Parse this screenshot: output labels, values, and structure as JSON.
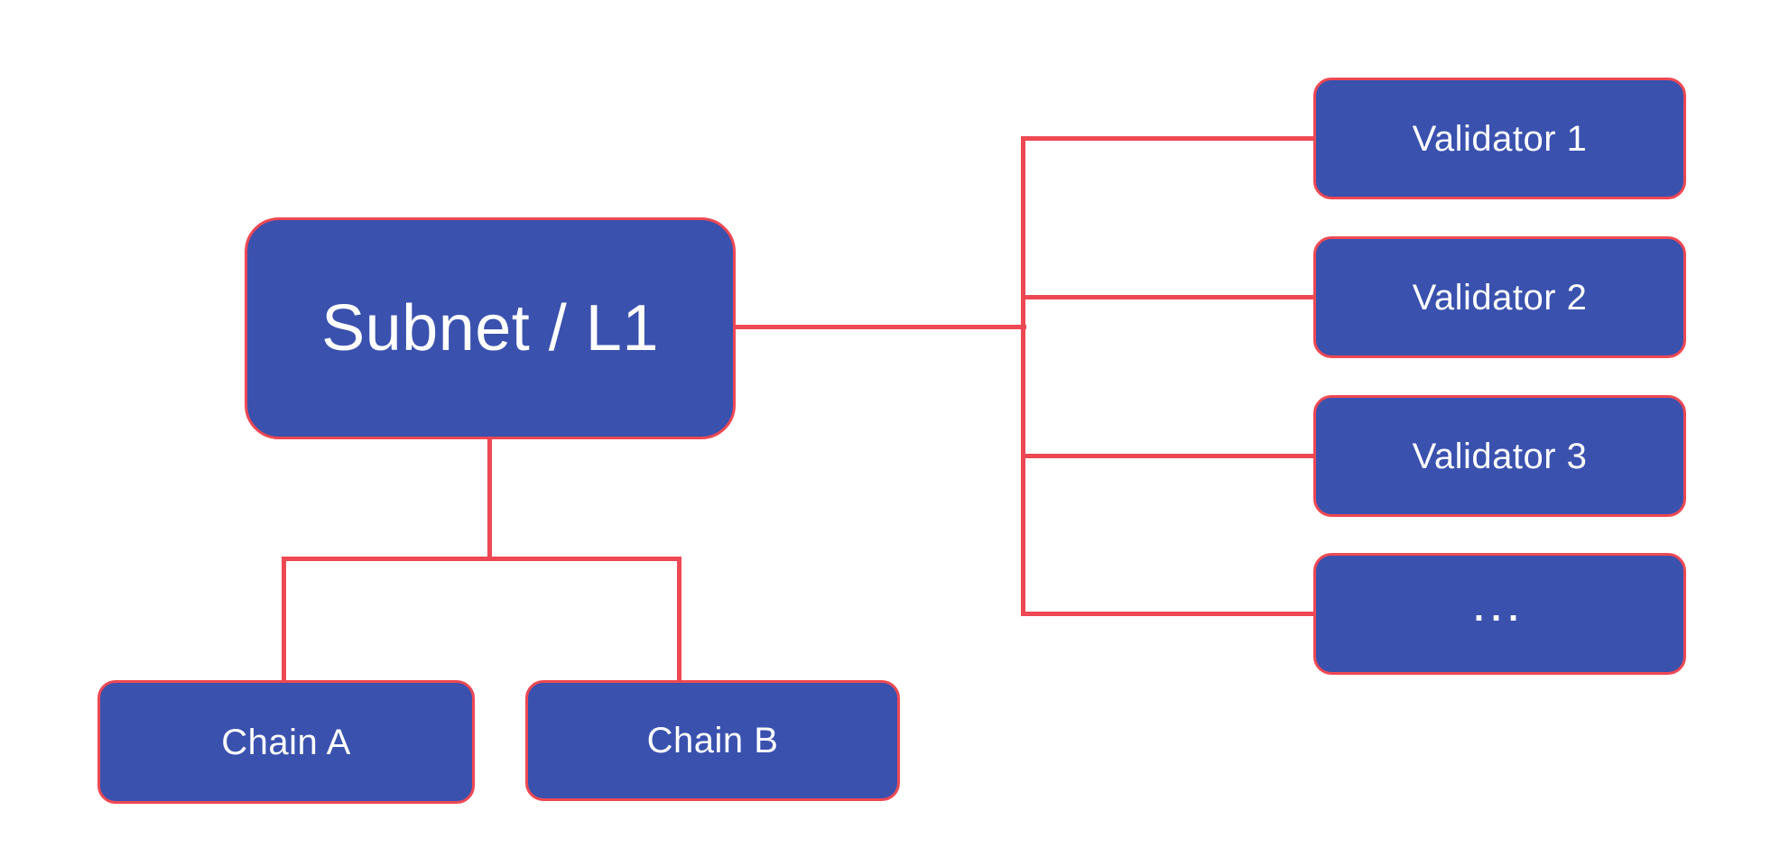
{
  "nodes": {
    "subnet": {
      "label": "Subnet / L1"
    },
    "chains": [
      {
        "label": "Chain A"
      },
      {
        "label": "Chain B"
      }
    ],
    "validators": [
      {
        "label": "Validator 1"
      },
      {
        "label": "Validator 2"
      },
      {
        "label": "Validator 3"
      },
      {
        "label": "..."
      }
    ]
  },
  "colors": {
    "node_fill": "#3A51AE",
    "node_border": "#EE4853",
    "connector": "#EE4853",
    "text": "#FFFFFF",
    "background": "#FFFFFF"
  }
}
